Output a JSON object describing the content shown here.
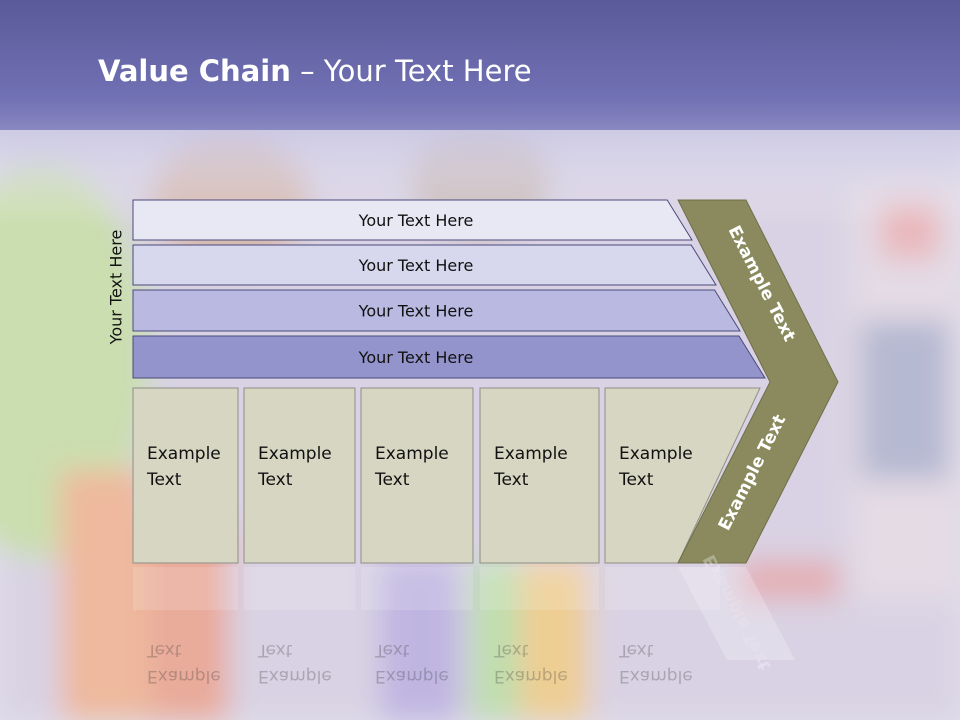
{
  "title": {
    "bold": "Value Chain",
    "rest": " – Your Text Here"
  },
  "side_label": "Your Text Here",
  "bars": [
    {
      "label": "Your Text Here",
      "color": "#e8e8f4"
    },
    {
      "label": "Your Text Here",
      "color": "#d7d7ee"
    },
    {
      "label": "Your Text Here",
      "color": "#b9b9e1"
    },
    {
      "label": "Your Text Here",
      "color": "#9494cc"
    }
  ],
  "boxes": [
    {
      "line1": "Example",
      "line2": "Text"
    },
    {
      "line1": "Example",
      "line2": "Text"
    },
    {
      "line1": "Example",
      "line2": "Text"
    },
    {
      "line1": "Example",
      "line2": "Text"
    },
    {
      "line1": "Example",
      "line2": "Text"
    }
  ],
  "chevron": {
    "upper": "Example Text",
    "lower": "Example Text",
    "color": "#8a8a5e"
  },
  "colors": {
    "header": "#6a6aaa",
    "box_fill": "#d6d6c2",
    "box_stroke": "#8f8f86",
    "bar_stroke": "#4a4a7a"
  }
}
